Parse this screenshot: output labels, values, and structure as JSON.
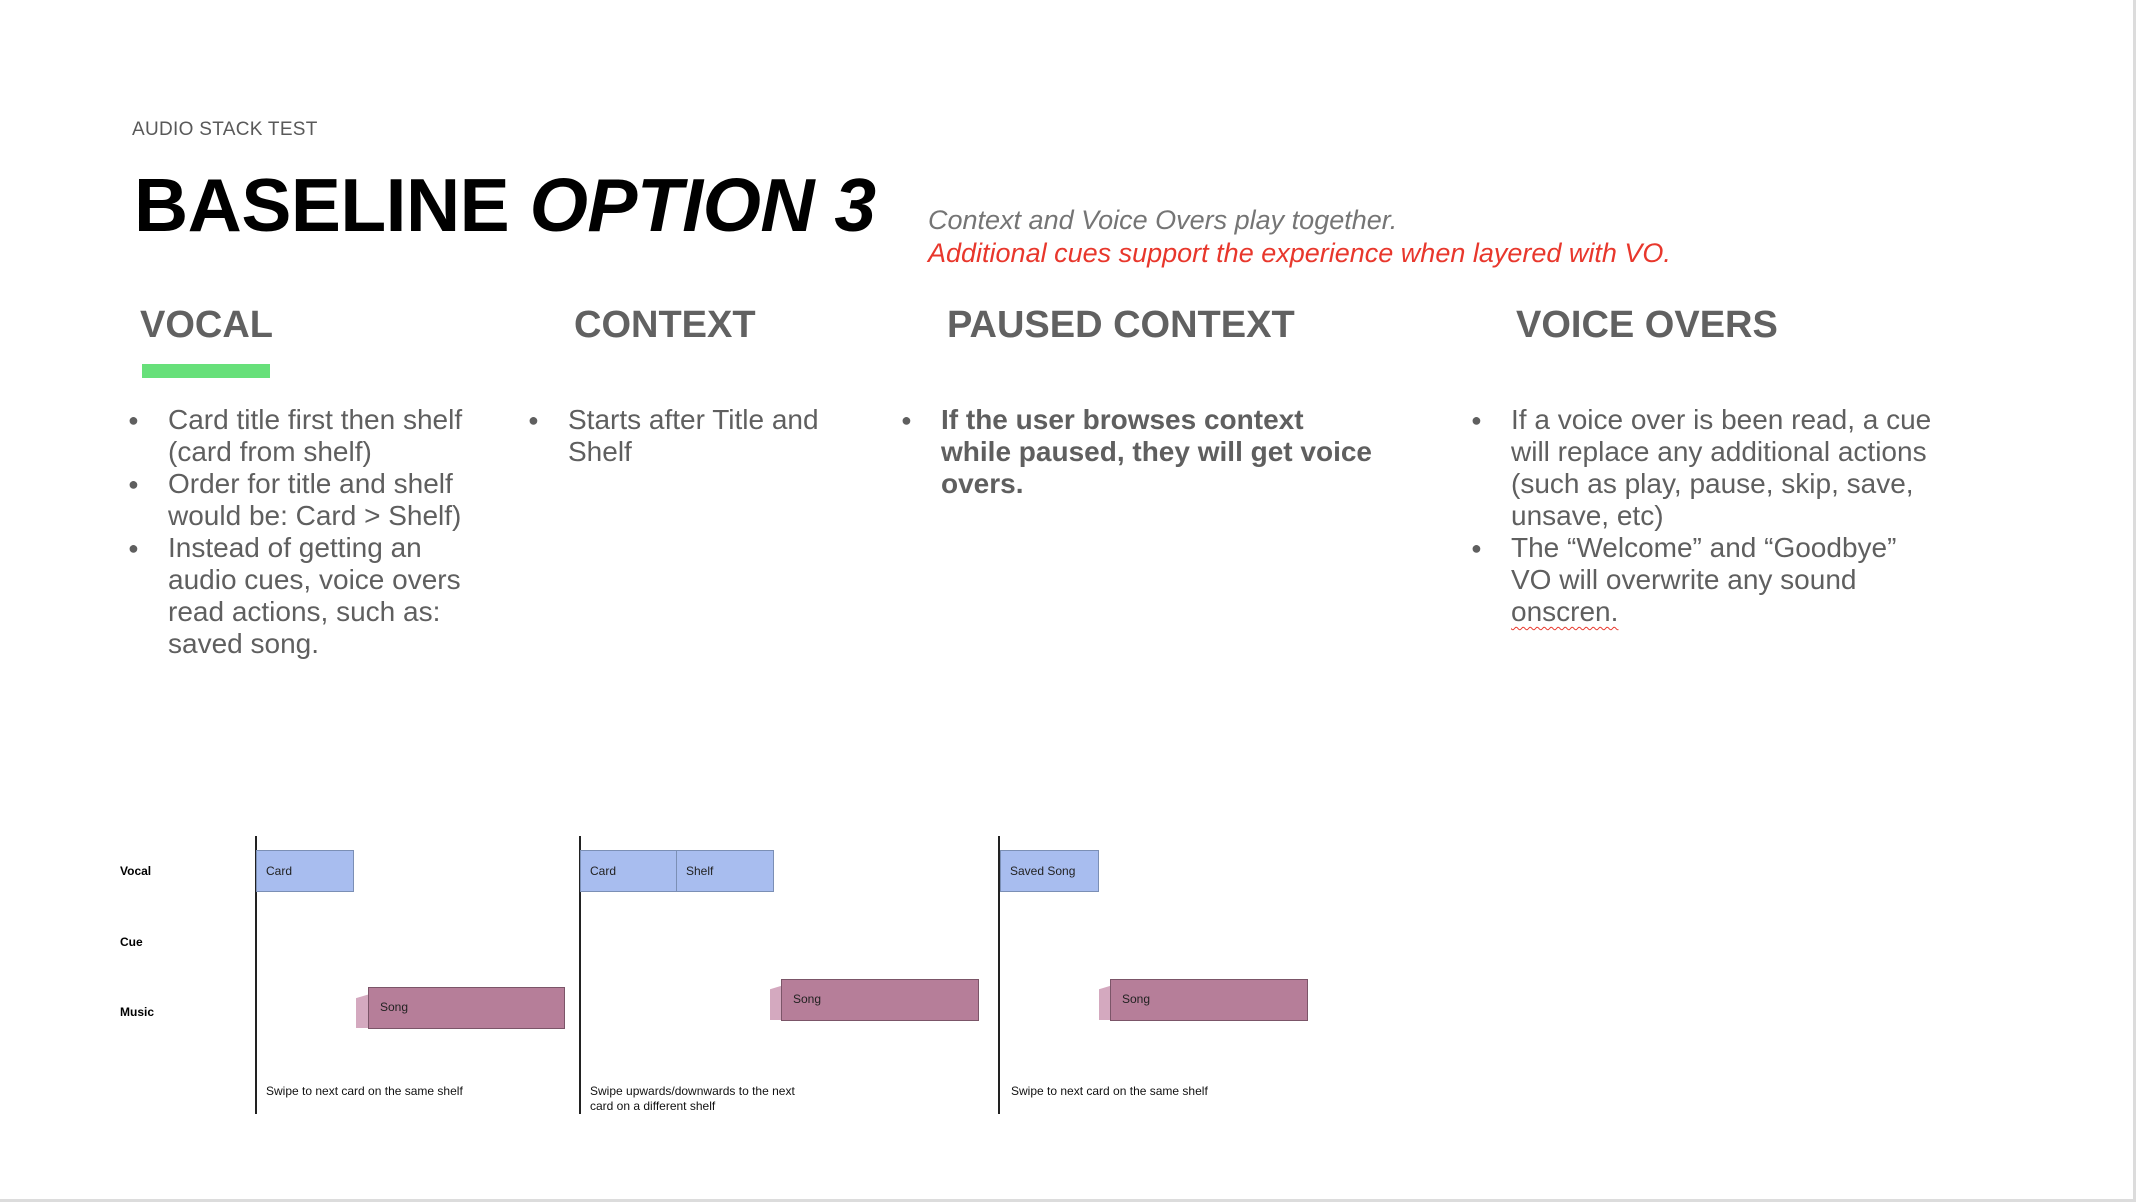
{
  "header": {
    "eyebrow": "AUDIO STACK TEST",
    "title_main": "BASELINE ",
    "title_italic": "OPTION 3",
    "subtitle_line1": "Context and Voice Overs play together.",
    "subtitle_line2": "Additional cues support the experience when layered with VO."
  },
  "columns": [
    {
      "heading": "VOCAL",
      "active": true,
      "bullets": [
        "Card title first then shelf (card from shelf)",
        "Order for title and shelf would be: Card > Shelf)",
        "Instead of getting an audio cues, voice overs read actions, such as: saved song."
      ]
    },
    {
      "heading": "CONTEXT",
      "bullets": [
        "Starts after Title and Shelf"
      ]
    },
    {
      "heading": "PAUSED CONTEXT",
      "bullets": [
        "If the user browses context while paused, they will get voice overs."
      ]
    },
    {
      "heading": "VOICE OVERS",
      "bullets": [
        "If a voice over is been read, a cue will replace any additional actions (such as play, pause, skip, save, unsave, etc)",
        "The “Welcome” and “Goodbye” VO will overwrite any sound ",
        "onscren."
      ]
    }
  ],
  "timeline": {
    "tracks": [
      "Vocal",
      "Cue",
      "Music"
    ],
    "scenarios": [
      {
        "vocal": [
          "Card"
        ],
        "music": "Song",
        "caption": "Swipe to next card on the same shelf"
      },
      {
        "vocal": [
          "Card",
          "Shelf"
        ],
        "music": "Song",
        "caption": "Swipe upwards/downwards to the next card on a different shelf"
      },
      {
        "vocal": [
          "Saved Song"
        ],
        "music": "Song",
        "caption": "Swipe to next card on the same shelf"
      }
    ]
  },
  "colors": {
    "accent_green": "#67e07a",
    "subtitle_red": "#e8372c",
    "vocal_block": "#a8bdef",
    "song_block": "#b67e99"
  }
}
